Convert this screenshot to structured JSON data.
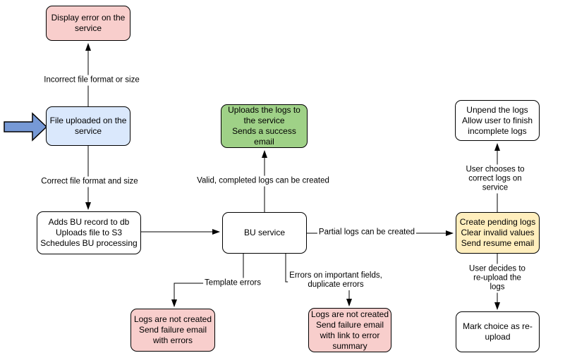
{
  "diagram": {
    "type": "flowchart",
    "background": "#ffffff",
    "stroke_color": "#000000",
    "block_arrow": {
      "name": "input-arrow",
      "fill": "#7699d6"
    },
    "nodes": {
      "display_error": {
        "label": "Display error on the\nservice",
        "fill": "#f8cecc"
      },
      "file_uploaded": {
        "label": "File uploaded on the\nservice",
        "fill": "#dae8fc"
      },
      "adds_bu_record": {
        "label": "Adds BU record to db\nUploads file to S3\nSchedules BU processing",
        "fill": "#ffffff"
      },
      "bu_service": {
        "label": "BU service",
        "fill": "#ffffff"
      },
      "uploads_logs": {
        "label": "Uploads the logs to\nthe service\nSends a success\nemail",
        "fill": "#9fd187"
      },
      "unpend_logs": {
        "label": "Unpend the logs\nAllow user to finish\nincomplete logs",
        "fill": "#ffffff"
      },
      "create_pending": {
        "label": "Create pending logs\nClear invalid values\nSend resume email",
        "fill": "#ffeebd"
      },
      "mark_reupload": {
        "label": "Mark choice as re-\nupload",
        "fill": "#ffffff"
      },
      "logs_not_created_template": {
        "label": "Logs are not created\nSend failure email\nwith errors",
        "fill": "#f8cecc"
      },
      "logs_not_created_fields": {
        "label": "Logs are not created\nSend failure email\nwith link to error\nsummary",
        "fill": "#f8cecc"
      }
    },
    "edges": [
      {
        "from": "file_uploaded",
        "to": "display_error",
        "label": "Incorrect file format or size"
      },
      {
        "from": "file_uploaded",
        "to": "adds_bu_record",
        "label": "Correct file format and size"
      },
      {
        "from": "adds_bu_record",
        "to": "bu_service",
        "label": ""
      },
      {
        "from": "bu_service",
        "to": "uploads_logs",
        "label": "Valid, completed logs can be created"
      },
      {
        "from": "bu_service",
        "to": "create_pending",
        "label": "Partial logs can be created"
      },
      {
        "from": "bu_service",
        "to": "logs_not_created_template",
        "label": "Template errors"
      },
      {
        "from": "bu_service",
        "to": "logs_not_created_fields",
        "label": "Errors on important fields,\nduplicate errors"
      },
      {
        "from": "create_pending",
        "to": "unpend_logs",
        "label": "User chooses to correct logs on service"
      },
      {
        "from": "create_pending",
        "to": "mark_reupload",
        "label": "User decides to re-upload the logs"
      }
    ]
  }
}
